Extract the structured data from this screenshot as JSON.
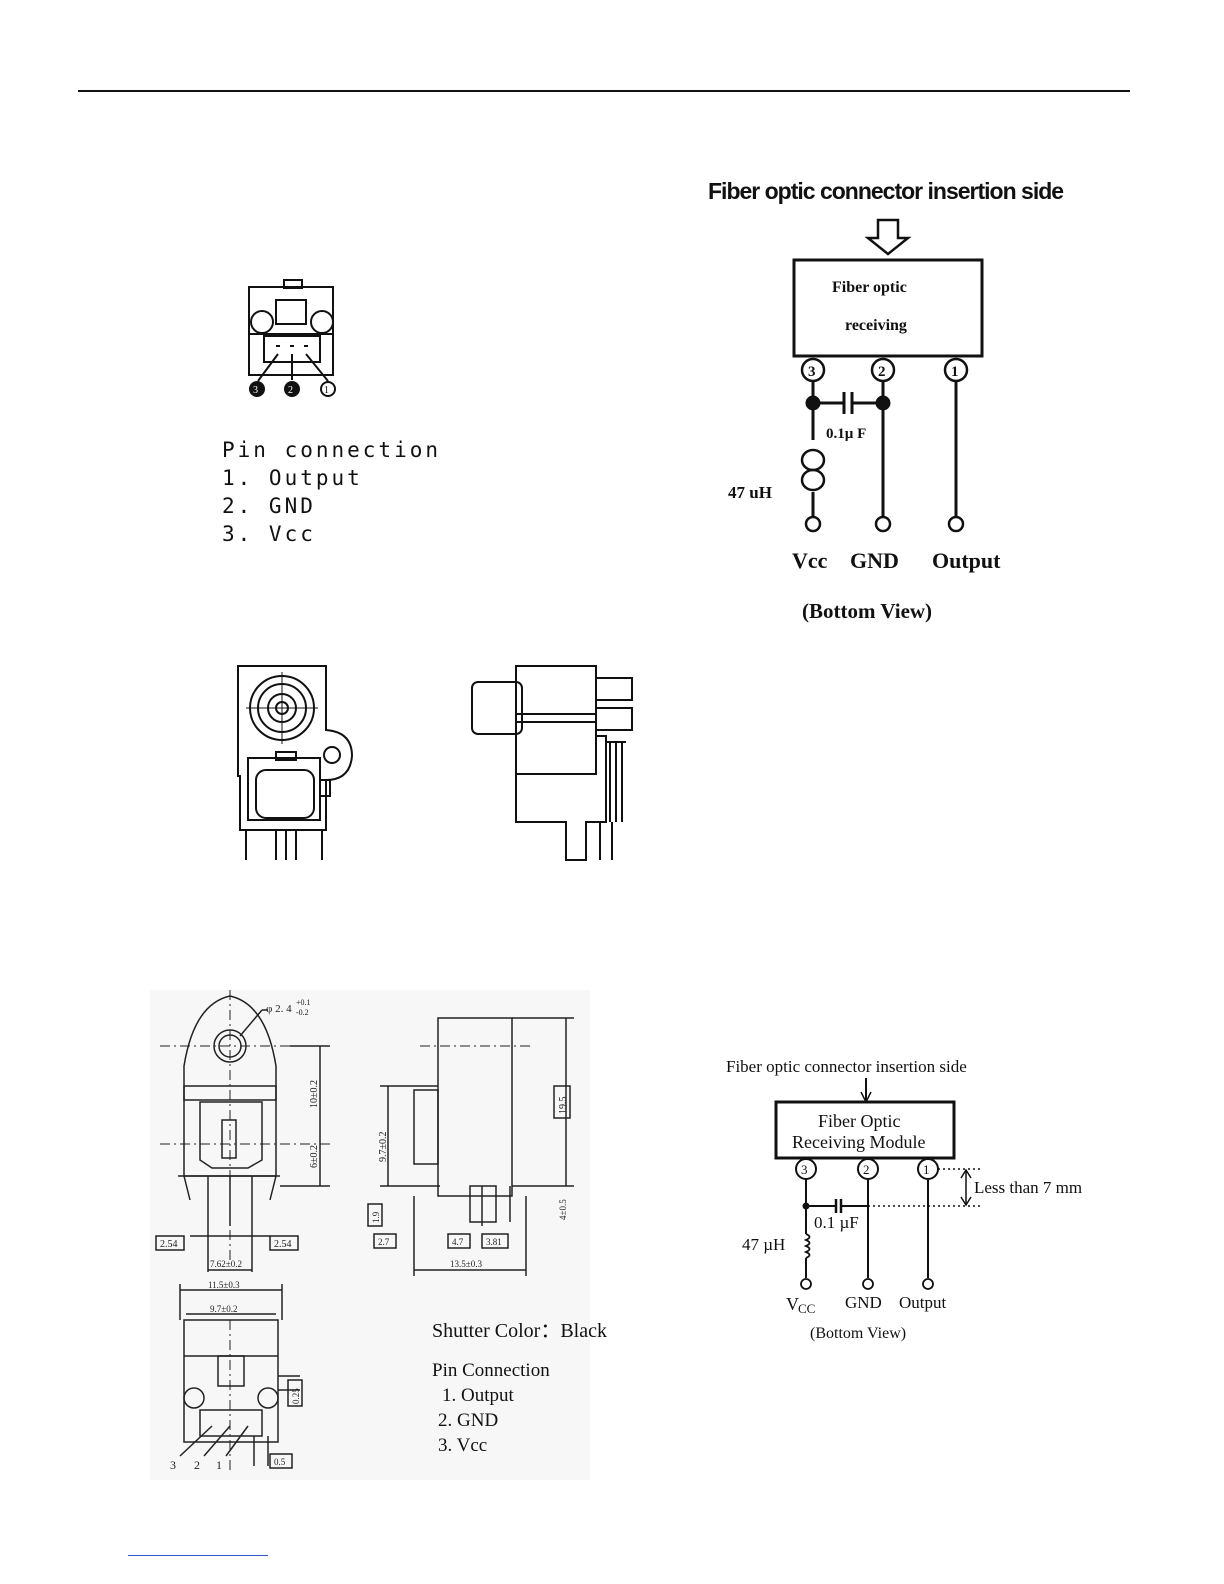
{
  "figure1": {
    "pin_labels": [
      "3",
      "2",
      "1"
    ],
    "pin_heading": "Pin connection",
    "pins": [
      "1. Output",
      "2. GND",
      "3. Vcc"
    ]
  },
  "figure2": {
    "title": "Fiber optic connector insertion side",
    "box_line1": "Fiber optic",
    "box_line2": "receiving",
    "pin_labels": [
      "3",
      "2",
      "1"
    ],
    "capacitor": "0.1µ F",
    "inductor": "47 uH",
    "terminals": [
      "Vcc",
      "GND",
      "Output"
    ],
    "view": "(Bottom View)"
  },
  "figure3": {
    "dim_top": "φ 2. 4",
    "dim_top_tol_plus": "+0.1",
    "dim_top_tol_minus": "-0.2",
    "dim_10": "10±0.2",
    "dim_6": "6±0.2",
    "dim_254_left": "2.54",
    "dim_254_right": "2.54",
    "dim_762": "7.62±0.2",
    "dim_97_side": "9.7±0.2",
    "dim_195": "19.5",
    "dim_4": "4±0.5",
    "dim_19": "1.9",
    "dim_27": "2.7",
    "dim_47": "4.7",
    "dim_381": "3.81",
    "dim_135": "13.5±0.3",
    "dim_115": "11.5±0.3",
    "dim_97_bottom": "9.7±0.2",
    "dim_025": "0.25",
    "dim_05": "0.5",
    "bottom_pins": [
      "3",
      "2",
      "1"
    ],
    "shutter": "Shutter Color：Black",
    "pin_heading": "Pin Connection",
    "pins": [
      "1. Output",
      "2. GND",
      "3. Vcc"
    ]
  },
  "figure4": {
    "title": "Fiber optic connector insertion side",
    "box_line1": "Fiber Optic",
    "box_line2": "Receiving Module",
    "pin_labels": [
      "3",
      "2",
      "1"
    ],
    "distance": "Less than 7 mm",
    "capacitor": "0.1 µF",
    "inductor": "47 µH",
    "terminal_vcc": "V",
    "terminal_vcc_sub": "CC",
    "terminal_gnd": "GND",
    "terminal_out": "Output",
    "view": "(Bottom View)"
  }
}
